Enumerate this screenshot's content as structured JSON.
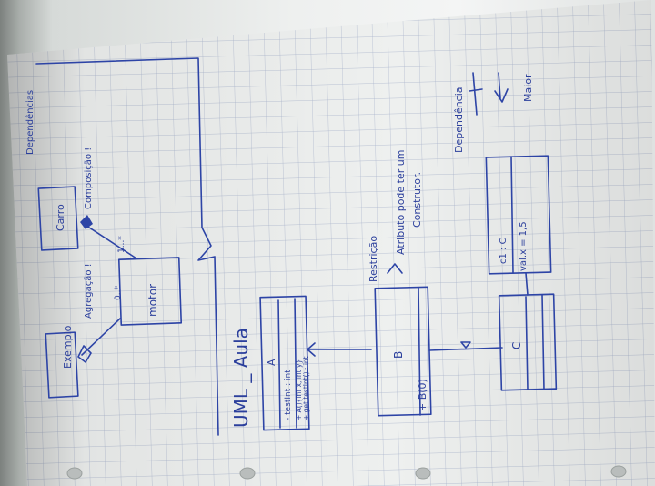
{
  "photo": {
    "subject": "Handwritten UML class diagram notes on grid paper (rotated)",
    "ink_color": "#2d44a6",
    "paper_color": "#eef0ef",
    "grid_color": "#a9b3cc"
  },
  "texts": {
    "title": "UML _ Aula",
    "ex1_left_label": "Exemplo",
    "ex1_left_note": "Agregação !",
    "ex1_motor_label": "motor",
    "ex1_car_label": "Carro",
    "ex1_car_note": "Composição !",
    "ex1_mult_left": "0..*",
    "ex1_mult_right": "1...*",
    "ex1_top_note": "Dependências",
    "class_a_name": "A",
    "class_a_attr": "- testInt : int",
    "class_a_op1": "+ A(){int x, int y}",
    "class_a_op2": "+ get testInt() : int",
    "class_b_name": "B",
    "class_b_op": "+ B(0)",
    "note_arrow": "Restrição",
    "note_text_1": "Atributo pode ter um",
    "note_text_2": "Construtor.",
    "class_c_name": "C",
    "obj_c1_name": "c1 : C",
    "obj_c1_attr": "val.x = 1,5",
    "right_note_1": "Dependência",
    "right_note_2": "Maior"
  }
}
